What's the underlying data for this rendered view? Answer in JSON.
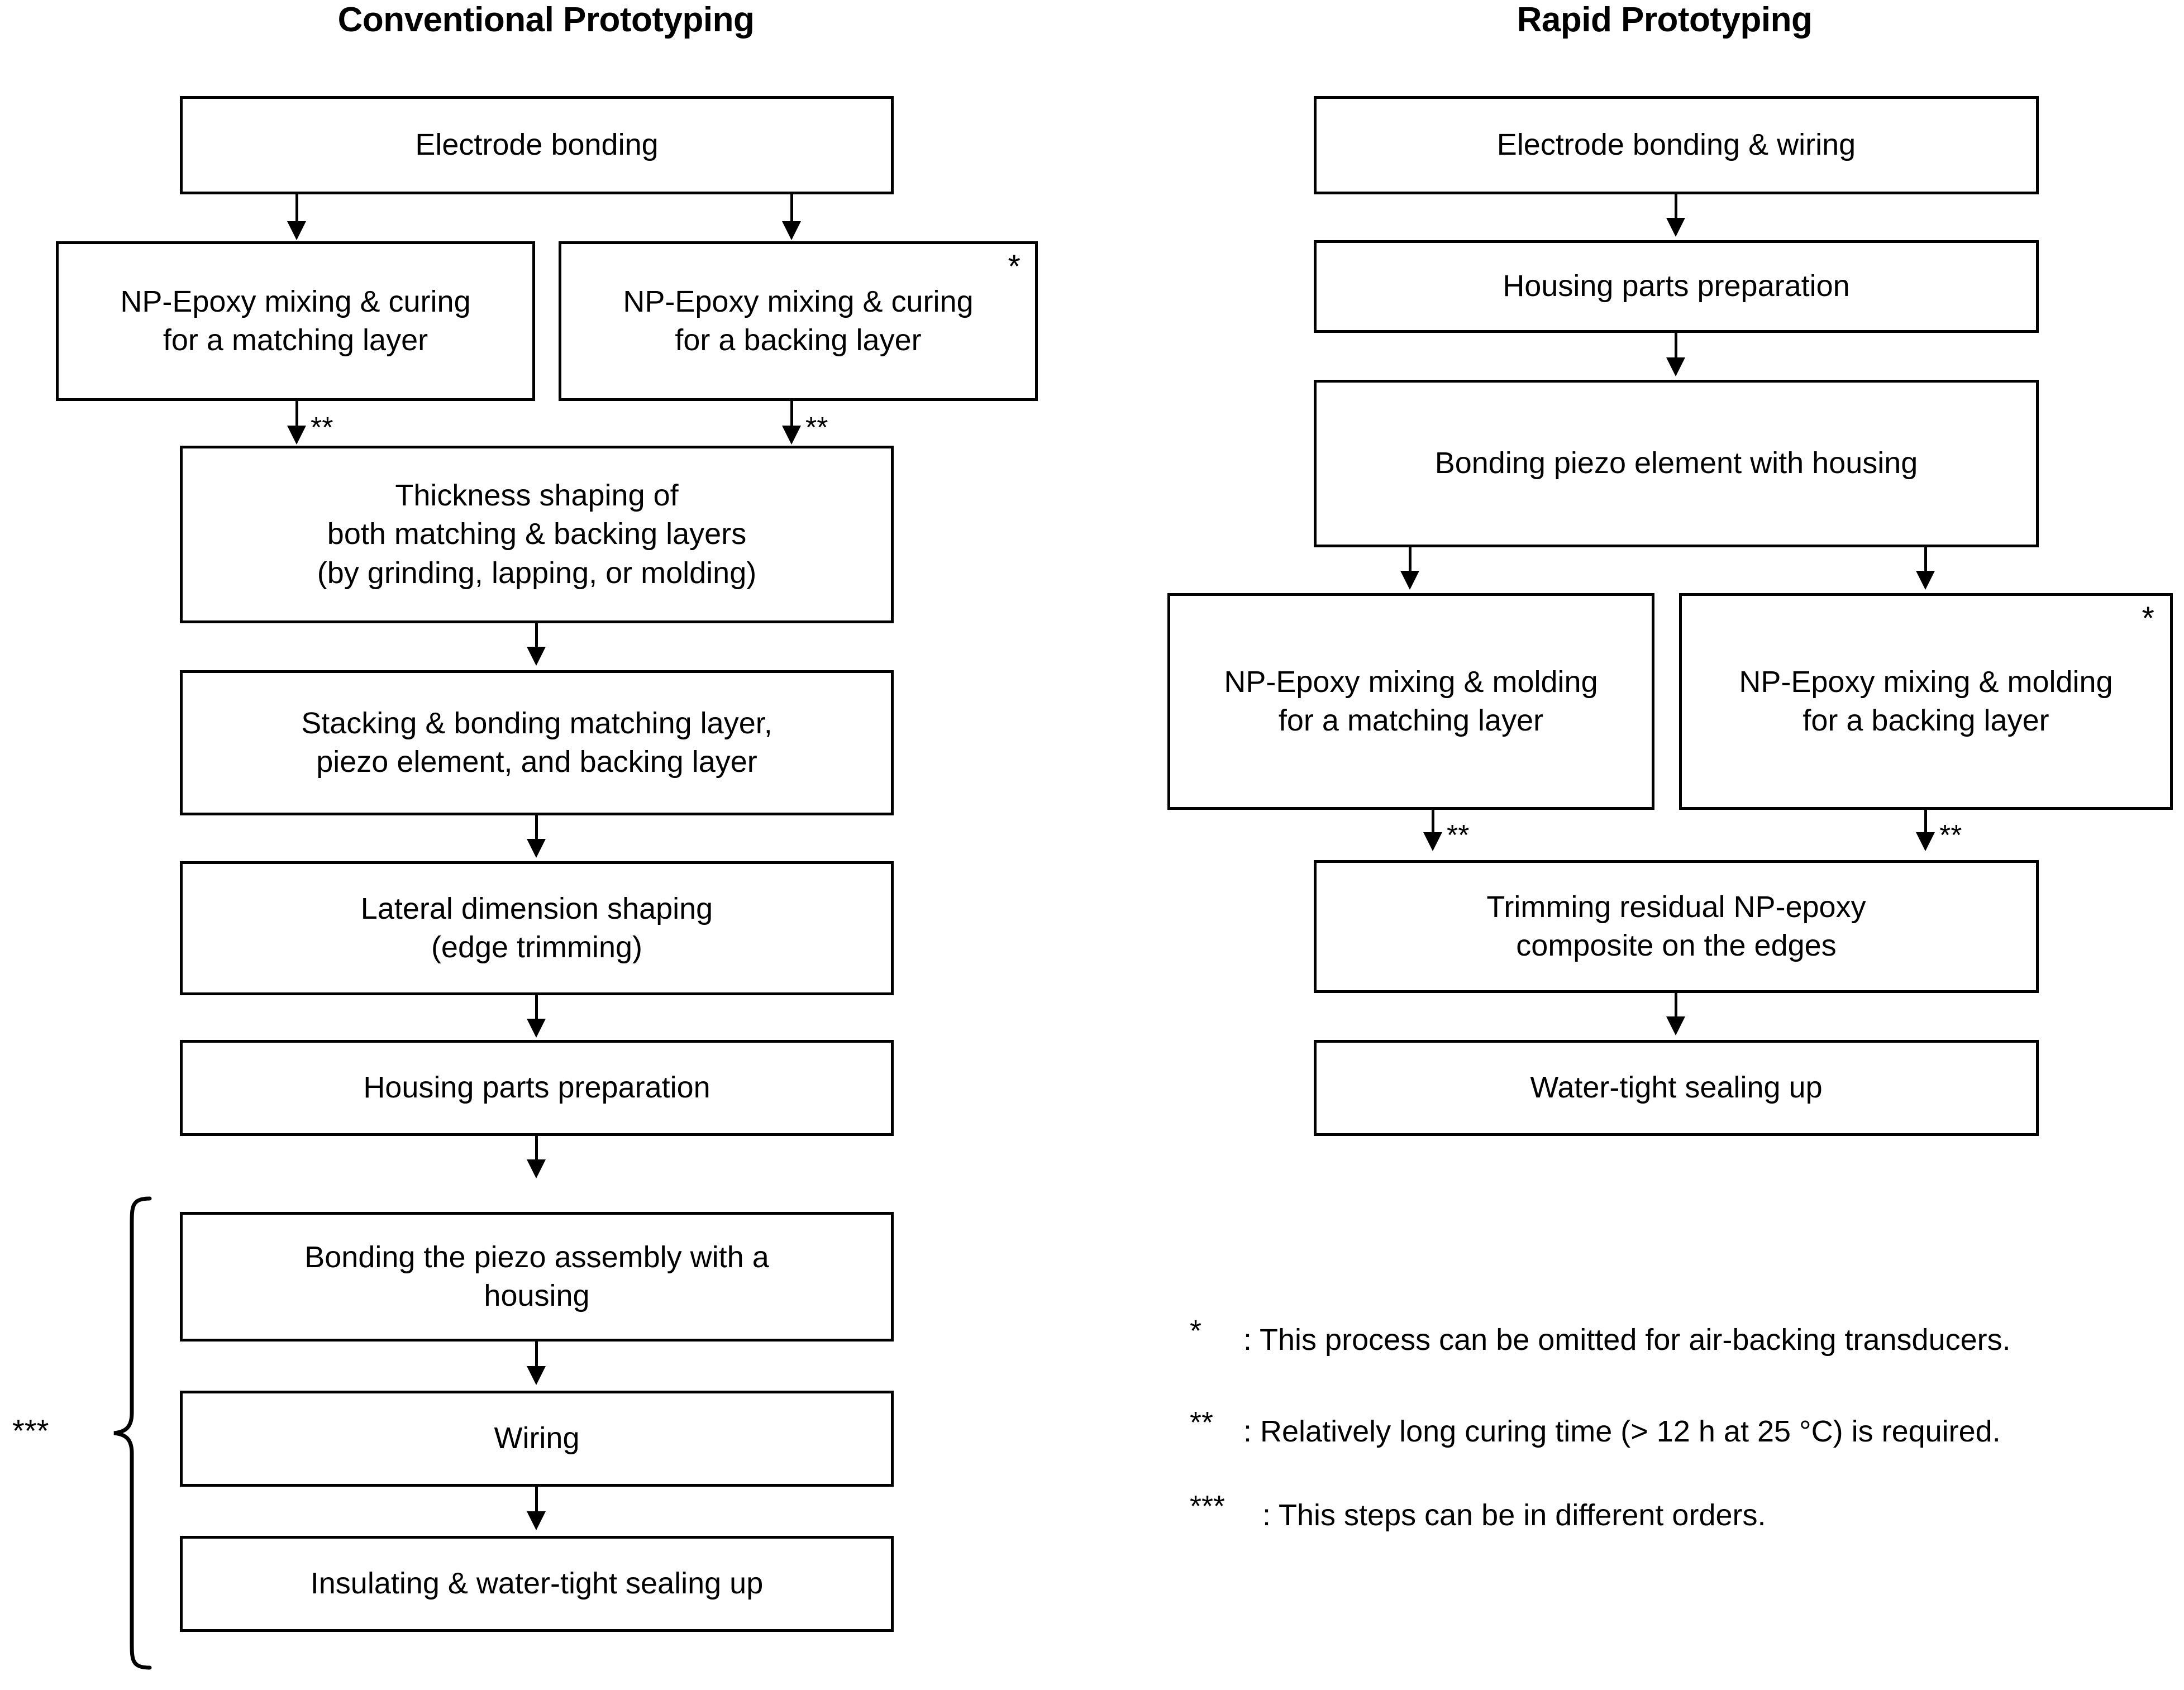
{
  "figure": {
    "kind": "process-flowchart",
    "background_color": "#ffffff",
    "line_color": "#000000"
  },
  "columns": [
    {
      "id": "conventional",
      "title": "Conventional Prototyping",
      "boxes": [
        {
          "id": "cv-1",
          "lines": [
            "Electrode bonding"
          ]
        },
        {
          "id": "cv-2a",
          "lines": [
            "NP-Epoxy mixing & curing",
            "for a matching layer"
          ]
        },
        {
          "id": "cv-2b",
          "lines": [
            "NP-Epoxy mixing & curing",
            "for a backing layer"
          ],
          "marker": "*"
        },
        {
          "id": "cv-3",
          "lines": [
            "Thickness shaping of",
            "both matching & backing layers",
            "(by grinding, lapping, or molding)"
          ]
        },
        {
          "id": "cv-4",
          "lines": [
            "Stacking & bonding matching layer,",
            "piezo element, and backing layer"
          ]
        },
        {
          "id": "cv-5",
          "lines": [
            "Lateral dimension shaping",
            "(edge trimming)"
          ]
        },
        {
          "id": "cv-6",
          "lines": [
            "Housing parts preparation"
          ]
        },
        {
          "id": "cv-7",
          "lines": [
            "Bonding the piezo assembly with a",
            "housing"
          ]
        },
        {
          "id": "cv-8",
          "lines": [
            "Wiring"
          ]
        },
        {
          "id": "cv-9",
          "lines": [
            "Insulating & water-tight sealing up"
          ]
        }
      ],
      "arrow_labels": [
        "**",
        "**"
      ],
      "brace_marker": "***"
    },
    {
      "id": "rapid",
      "title": "Rapid Prototyping",
      "boxes": [
        {
          "id": "rp-1",
          "lines": [
            "Electrode bonding & wiring"
          ]
        },
        {
          "id": "rp-2",
          "lines": [
            "Housing parts preparation"
          ]
        },
        {
          "id": "rp-3",
          "lines": [
            "Bonding piezo element with housing"
          ]
        },
        {
          "id": "rp-4a",
          "lines": [
            "NP-Epoxy mixing & molding",
            "for a matching layer"
          ]
        },
        {
          "id": "rp-4b",
          "lines": [
            "NP-Epoxy mixing & molding",
            "for a backing layer"
          ],
          "marker": "*"
        },
        {
          "id": "rp-5",
          "lines": [
            "Trimming residual NP-epoxy",
            "composite on the edges"
          ]
        },
        {
          "id": "rp-6",
          "lines": [
            "Water-tight sealing up"
          ]
        }
      ],
      "arrow_labels": [
        "**",
        "**"
      ]
    }
  ],
  "legend": [
    {
      "mark": "*",
      "text": ": This process can be omitted for air-backing transducers."
    },
    {
      "mark": "**",
      "text": ": Relatively long curing time (> 12 h at 25 °C) is required."
    },
    {
      "mark": "***",
      "text": ": This steps can be in different orders."
    }
  ]
}
